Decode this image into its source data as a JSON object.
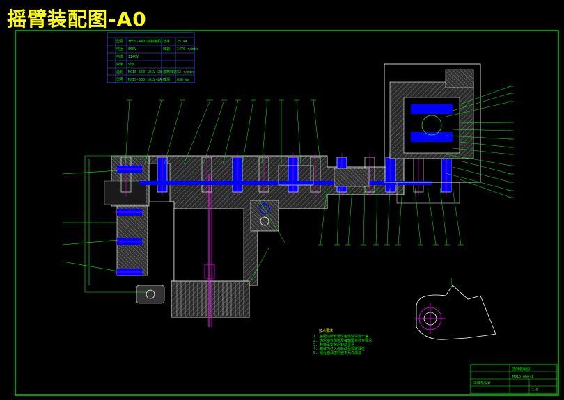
{
  "title": "摇臂装配图-A0",
  "colors": {
    "background": "#000000",
    "border": "#00ff00",
    "section_lines": "#ffffff",
    "hatch": "#4a4a4a",
    "leaders": "#00ff00",
    "blue_parts": "#0000ff",
    "accent": "#ff00ff",
    "title_text": "#ffff00"
  },
  "spec_table": {
    "rows": [
      {
        "label": "型号",
        "value": "YBSS-440(截割电机)",
        "label2": "功率",
        "value2": "25 kW"
      },
      {
        "label": "电压",
        "value": "660V",
        "label2": "转速",
        "value2": "1470 r/min"
      },
      {
        "label": "电流",
        "value": "1140V",
        "label2": "",
        "value2": ""
      },
      {
        "label": "效率",
        "value": "95%",
        "label2": "",
        "value2": ""
      },
      {
        "label": "齿轮",
        "value": "MG15-660-101V-2B",
        "label2": "滚筒转速",
        "value2": "32 r/min"
      },
      {
        "label": "型号",
        "value": "MG15-660-101V-2A",
        "label2": "截深",
        "value2": "630 mm"
      }
    ]
  },
  "technical_notes_title": "技术要求",
  "technical_notes": [
    "1. 装配前所有零件用煤油清洗干净",
    "2. 齿轮啮合侧隙及接触斑点符合要求",
    "3. 各轴承安装后转动灵活",
    "4. 箱体内注入齿轮油至规定油位",
    "5. 结合面涂密封胶不允许漏油"
  ],
  "title_block": {
    "drawing_no": "MG15-660-2",
    "name": "摇臂装配图",
    "school": "采煤机设计",
    "scale": "1:5"
  }
}
